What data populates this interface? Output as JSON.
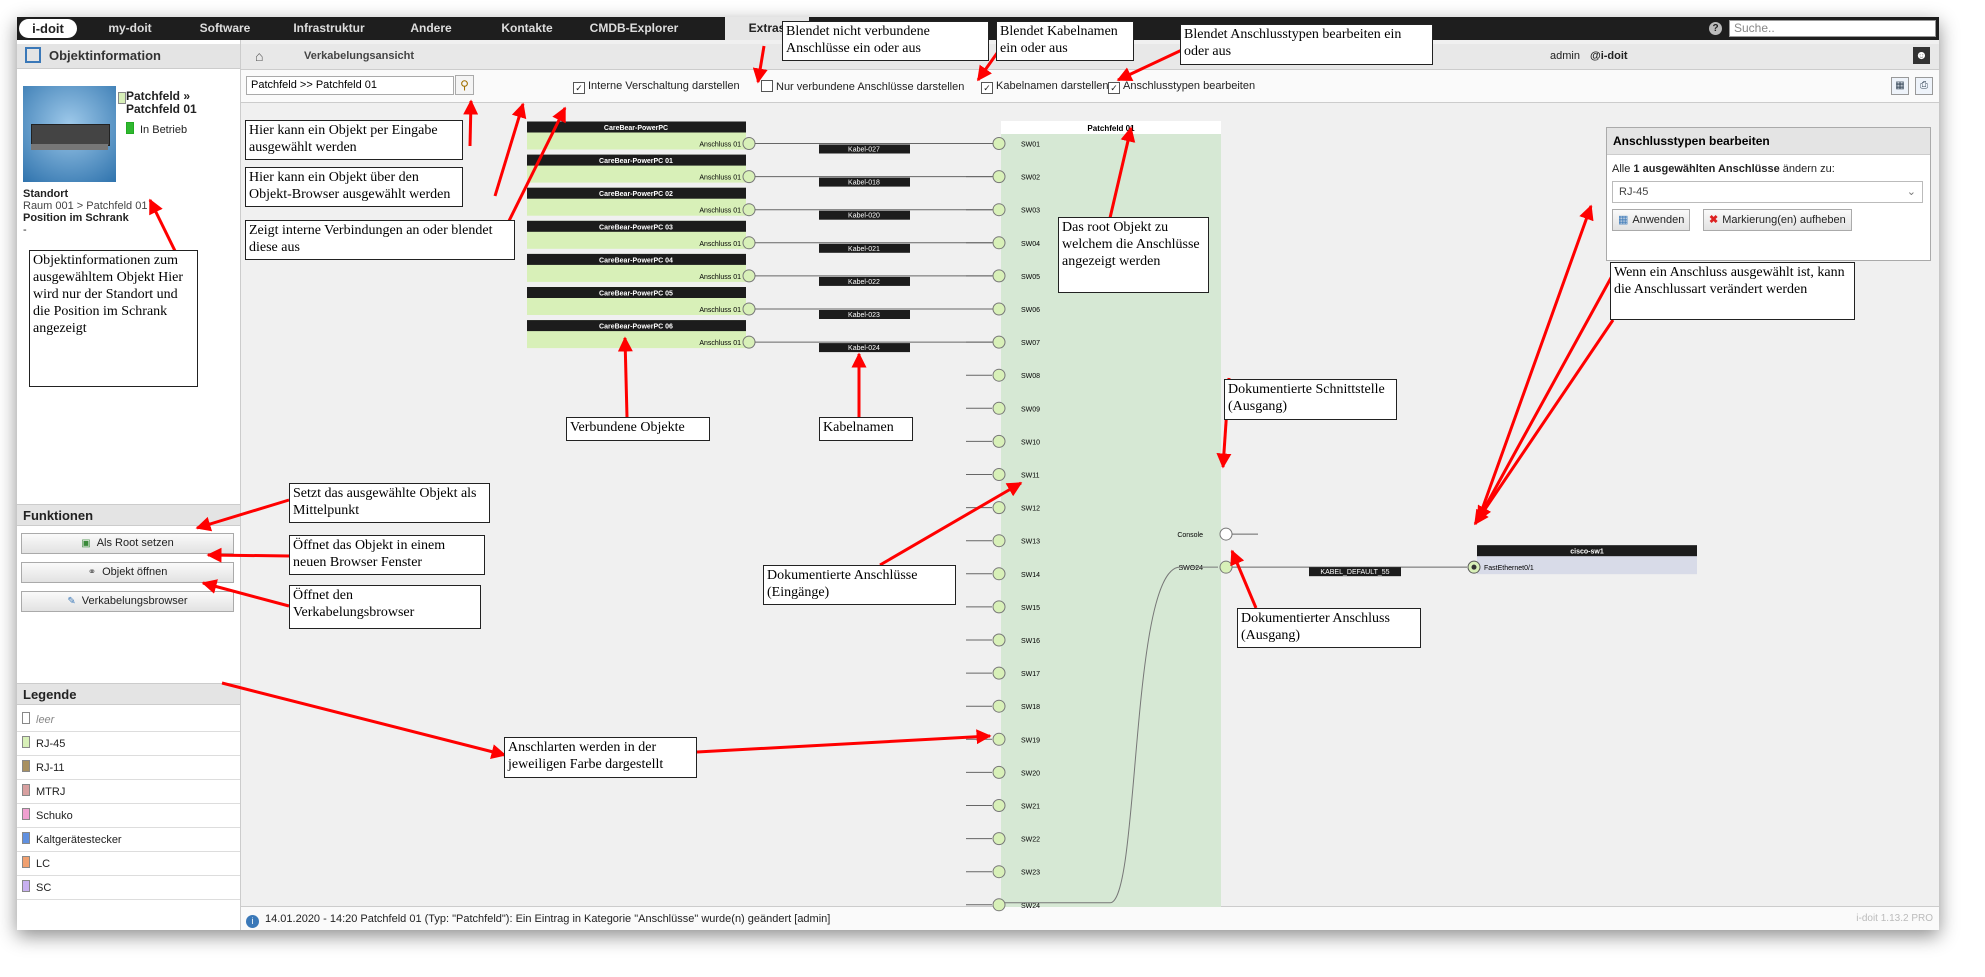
{
  "topnav": {
    "logo": "i-doit",
    "items": [
      "my-doit",
      "Software",
      "Infrastruktur",
      "Andere",
      "Kontakte",
      "CMDB-Explorer",
      "Extras"
    ],
    "help": "?",
    "search_placeholder": "Suche.."
  },
  "leftpanel": {
    "header": "Objektinformation",
    "object_title": "Patchfeld » Patchfeld 01",
    "object_title_line1": "Patchfeld »",
    "object_title_line2": "Patchfeld 01",
    "status": "In Betrieb",
    "location_label": "Standort",
    "location_value": "Raum 001 > Patchfeld 01",
    "position_label": "Position im Schrank",
    "position_value": "-",
    "functions_header": "Funktionen",
    "buttons": [
      "Als Root setzen",
      "Objekt öffnen",
      "Verkabelungsbrowser"
    ],
    "legend_header": "Legende",
    "legend": [
      {
        "label": "leer",
        "color": "#ffffff"
      },
      {
        "label": "RJ-45",
        "color": "#d8f0b8"
      },
      {
        "label": "RJ-11",
        "color": "#a89060"
      },
      {
        "label": "MTRJ",
        "color": "#d8a0a0"
      },
      {
        "label": "Schuko",
        "color": "#f0a0d0"
      },
      {
        "label": "Kaltgerätestecker",
        "color": "#6090e0"
      },
      {
        "label": "LC",
        "color": "#f0a070"
      },
      {
        "label": "SC",
        "color": "#c8b0f0"
      }
    ]
  },
  "breadcrumb": {
    "text": "Verkabelungsansicht",
    "user": "admin",
    "tenant": "@i-doit"
  },
  "toolbar": {
    "object_value": "Patchfeld >> Patchfeld 01",
    "checkboxes": [
      {
        "label": "Interne Verschaltung darstellen",
        "checked": true
      },
      {
        "label": "Nur verbundene Anschlüsse darstellen",
        "checked": false
      },
      {
        "label": "Kabelnamen darstellen",
        "checked": true
      },
      {
        "label": "Anschlusstypen bearbeiten",
        "checked": true
      }
    ]
  },
  "diagram": {
    "root_title": "Patchfeld 01",
    "connected_objects": [
      "CareBear-PowerPC",
      "CareBear-PowerPC 01",
      "CareBear-PowerPC 02",
      "CareBear-PowerPC 03",
      "CareBear-PowerPC 04",
      "CareBear-PowerPC 05",
      "CareBear-PowerPC 06"
    ],
    "object_port": "Anschluss 01",
    "cables": [
      "Kabel-027",
      "Kabel-018",
      "Kabel-020",
      "Kabel-021",
      "Kabel-022",
      "Kabel-023",
      "Kabel-024"
    ],
    "inputs": [
      "SW01",
      "SW02",
      "SW03",
      "SW04",
      "SW05",
      "SW06",
      "SW07",
      "SW08",
      "SW09",
      "SW10",
      "SW11",
      "SW12",
      "SW13",
      "SW14",
      "SW15",
      "SW16",
      "SW17",
      "SW18",
      "SW19",
      "SW20",
      "SW21",
      "SW22",
      "SW23",
      "SW24"
    ],
    "outputs": [
      "Console",
      "SWO24"
    ],
    "out_cable": "KABEL_DEFAULT_55",
    "remote_object": "cisco-sw1",
    "remote_port": "FastEthernet0/1",
    "colors": {
      "rj45": "#d8f0b8",
      "root_bg": "#d6e8d4",
      "header": "#1c1c1c",
      "link": "#666666"
    }
  },
  "connector_panel": {
    "title": "Anschlusstypen bearbeiten",
    "text_pre": "Alle ",
    "text_bold": "1 ausgewählten Anschlüsse",
    "text_post": " ändern zu:",
    "selected": "RJ-45",
    "apply": "Anwenden",
    "clear": "Markierung(en) aufheben"
  },
  "statusbar": {
    "message": "14.01.2020 - 14:20 Patchfeld 01 (Typ: \"Patchfeld\"): Ein Eintrag in Kategorie \"Anschlüsse\" wurde(n) geändert [admin]",
    "version": "i-doit 1.13.2 PRO"
  },
  "annotations": {
    "blendet_nicht": "Blendet nicht verbundene Anschlüsse ein oder aus",
    "blendet_kabel": "Blendet Kabelnamen ein oder aus",
    "blendet_typen": "Blendet Anschlusstypen bearbeiten ein oder aus",
    "eingabe": "Hier kann ein Objekt per Eingabe ausgewählt werden",
    "browser": "Hier kann ein Objekt über den Objekt-Browser ausgewählt werden",
    "intern": "Zeigt interne Verbindungen an oder blendet diese aus",
    "objinfo": "Objektinformationen zum ausgewähltem Objekt Hier wird nur der Standort und die Position im Schrank angezeigt",
    "root": "Das root Objekt zu welchem die Anschlüsse angezeigt werden",
    "wenn": "Wenn ein Anschluss ausgewählt ist, kann die Anschlussart verändert werden",
    "verbunden": "Verbundene Objekte",
    "kabelnamen": "Kabelnamen",
    "schnittstelle": "Dokumentierte Schnittstelle (Ausgang)",
    "setzt": "Setzt das ausgewählte Objekt als Mittelpunkt",
    "oeffnet_obj": "Öffnet das Objekt in einem neuen Browser Fenster",
    "oeffnet_verk": "Öffnet den Verkabelungsbrowser",
    "eingaenge": "Dokumentierte Anschlüsse (Eingänge)",
    "ausgang": "Dokumentierter Anschluss (Ausgang)",
    "anschlarten": "Anschlarten werden in der jeweiligen Farbe dargestellt"
  }
}
